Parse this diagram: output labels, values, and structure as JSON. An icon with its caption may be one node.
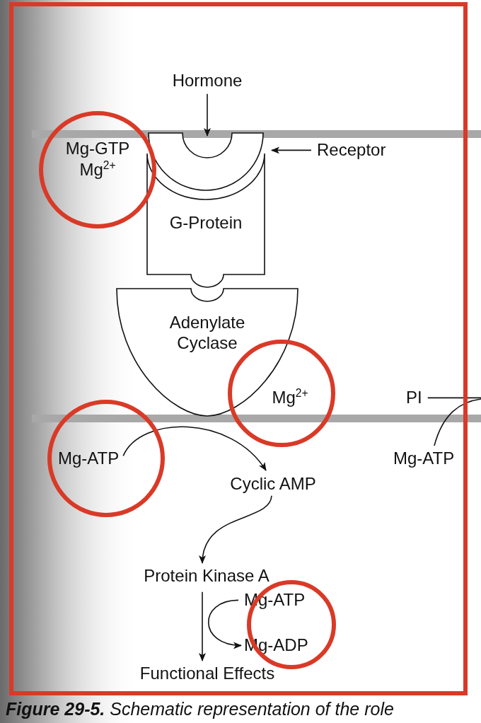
{
  "diagram": {
    "caption": "**Figure 29-5.** Schematic representation of the role",
    "nodes": [
      {
        "text": [
          "Hormone"
        ]
      },
      {
        "text": [],
        "shape": "cup"
      },
      {
        "text": [
          "Receptor"
        ]
      },
      {
        "text": [
          "G-Protein"
        ]
      },
      {
        "text": [
          "Adenylate Cyclase"
        ]
      },
      {
        "text": [
          "Mg-ATP"
        ]
      },
      {
        "text": [
          "Cyclic AMP"
        ]
      },
      {
        "text": [
          "Protein Kinase A"
        ]
      },
      {
        "text": [
          "Functional Effects"
        ]
      },
      {
        "text": [
          "Mg-ATP"
        ]
      },
      {
        "text": [
          "Mg-ADP"
        ]
      },
      {
        "text": [
          "PI"
        ]
      },
      {
        "text": [
          "Mg-ATP"
        ]
      }
    ],
    "edges": [
      {
        "from": 0,
        "to": 1,
        "arrow": "to"
      },
      {
        "from": 2,
        "to": 1,
        "arrow": "to"
      },
      {
        "from": 5,
        "to": 6,
        "arrow": "to"
      },
      {
        "from": 6,
        "to": 7,
        "arrow": "to"
      },
      {
        "from": 7,
        "to": 8,
        "arrow": "to"
      },
      {
        "from": 9,
        "to": 10,
        "arrow": "to"
      },
      {
        "from": 11,
        "to": null,
        "arrow": "none"
      },
      {
        "from": 12,
        "to": null,
        "arrow": "none"
      }
    ],
    "labels": [
      "Mg-GTP",
      "Mg$^{2+}$",
      "Mg$^{2+}$"
    ]
  }
}
